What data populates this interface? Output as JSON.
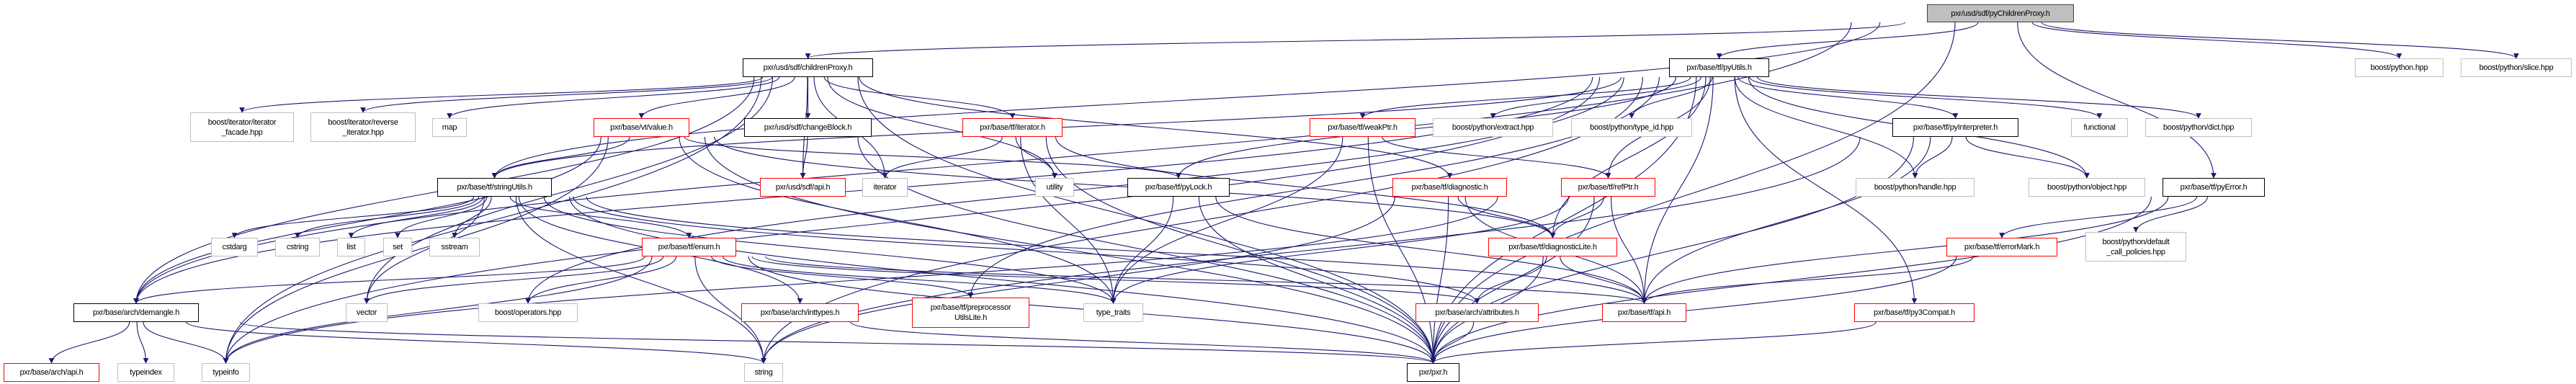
{
  "title": "pxr/usd/sdf/pyChildrenProxy.h include dependency graph",
  "colors": {
    "edge": "#191970",
    "root_fill": "#bfbfbf",
    "documented": "#000000",
    "truncated": "#ff0000",
    "external": "#bfbfbf"
  },
  "nodes": [
    {
      "id": "root",
      "label": "pxr/usd/sdf/pyChildrenProxy.h",
      "style": "root"
    },
    {
      "id": "childrenProxy",
      "label": "pxr/usd/sdf/childrenProxy.h",
      "style": "doc"
    },
    {
      "id": "pyUtils",
      "label": "pxr/base/tf/pyUtils.h",
      "style": "doc"
    },
    {
      "id": "bpython",
      "label": "boost/python.hpp",
      "style": "ext"
    },
    {
      "id": "bslice",
      "label": "boost/python/slice.hpp",
      "style": "ext"
    },
    {
      "id": "iterFacade",
      "label": "boost/iterator/iterator\n_facade.hpp",
      "style": "ext"
    },
    {
      "id": "revIter",
      "label": "boost/iterator/reverse\n_iterator.hpp",
      "style": "ext"
    },
    {
      "id": "map",
      "label": "map",
      "style": "ext"
    },
    {
      "id": "vtValue",
      "label": "pxr/base/vt/value.h",
      "style": "red"
    },
    {
      "id": "changeBlock",
      "label": "pxr/usd/sdf/changeBlock.h",
      "style": "doc"
    },
    {
      "id": "tfIterator",
      "label": "pxr/base/tf/iterator.h",
      "style": "red"
    },
    {
      "id": "weakPtr",
      "label": "pxr/base/tf/weakPtr.h",
      "style": "red"
    },
    {
      "id": "extract",
      "label": "boost/python/extract.hpp",
      "style": "ext"
    },
    {
      "id": "typeId",
      "label": "boost/python/type_id.hpp",
      "style": "ext"
    },
    {
      "id": "pyInterp",
      "label": "pxr/base/tf/pyInterpreter.h",
      "style": "doc"
    },
    {
      "id": "functional",
      "label": "functional",
      "style": "ext"
    },
    {
      "id": "dict",
      "label": "boost/python/dict.hpp",
      "style": "ext"
    },
    {
      "id": "stringUtils",
      "label": "pxr/base/tf/stringUtils.h",
      "style": "doc"
    },
    {
      "id": "sdfApi",
      "label": "pxr/usd/sdf/api.h",
      "style": "red"
    },
    {
      "id": "iterator",
      "label": "iterator",
      "style": "ext"
    },
    {
      "id": "utility",
      "label": "utility",
      "style": "ext"
    },
    {
      "id": "pyLock",
      "label": "pxr/base/tf/pyLock.h",
      "style": "doc"
    },
    {
      "id": "diagnostic",
      "label": "pxr/base/tf/diagnostic.h",
      "style": "red"
    },
    {
      "id": "refPtr",
      "label": "pxr/base/tf/refPtr.h",
      "style": "red"
    },
    {
      "id": "handle",
      "label": "boost/python/handle.hpp",
      "style": "ext"
    },
    {
      "id": "object",
      "label": "boost/python/object.hpp",
      "style": "ext"
    },
    {
      "id": "pyError",
      "label": "pxr/base/tf/pyError.h",
      "style": "doc"
    },
    {
      "id": "cstdarg",
      "label": "cstdarg",
      "style": "ext"
    },
    {
      "id": "cstring",
      "label": "cstring",
      "style": "ext"
    },
    {
      "id": "list",
      "label": "list",
      "style": "ext"
    },
    {
      "id": "set",
      "label": "set",
      "style": "ext"
    },
    {
      "id": "sstream",
      "label": "sstream",
      "style": "ext"
    },
    {
      "id": "enum",
      "label": "pxr/base/tf/enum.h",
      "style": "red"
    },
    {
      "id": "diagLite",
      "label": "pxr/base/tf/diagnosticLite.h",
      "style": "red"
    },
    {
      "id": "errorMark",
      "label": "pxr/base/tf/errorMark.h",
      "style": "red"
    },
    {
      "id": "defPolicies",
      "label": "boost/python/default\n_call_policies.hpp",
      "style": "ext"
    },
    {
      "id": "demangle",
      "label": "pxr/base/arch/demangle.h",
      "style": "doc"
    },
    {
      "id": "vector",
      "label": "vector",
      "style": "ext"
    },
    {
      "id": "operators",
      "label": "boost/operators.hpp",
      "style": "ext"
    },
    {
      "id": "inttypes",
      "label": "pxr/base/arch/inttypes.h",
      "style": "red"
    },
    {
      "id": "ppUtils",
      "label": "pxr/base/tf/preprocessor\nUtilsLite.h",
      "style": "red"
    },
    {
      "id": "typeTraits",
      "label": "type_traits",
      "style": "ext"
    },
    {
      "id": "attributes",
      "label": "pxr/base/arch/attributes.h",
      "style": "red"
    },
    {
      "id": "tfApi",
      "label": "pxr/base/tf/api.h",
      "style": "red"
    },
    {
      "id": "py3Compat",
      "label": "pxr/base/tf/py3Compat.h",
      "style": "red"
    },
    {
      "id": "archApi",
      "label": "pxr/base/arch/api.h",
      "style": "red"
    },
    {
      "id": "typeindex",
      "label": "typeindex",
      "style": "ext"
    },
    {
      "id": "typeinfo",
      "label": "typeinfo",
      "style": "ext"
    },
    {
      "id": "string",
      "label": "string",
      "style": "ext"
    },
    {
      "id": "pxr",
      "label": "pxr/pxr.h",
      "style": "doc"
    }
  ],
  "edges": [
    [
      "root",
      "childrenProxy"
    ],
    [
      "root",
      "pyUtils"
    ],
    [
      "root",
      "pyError"
    ],
    [
      "root",
      "bpython"
    ],
    [
      "root",
      "bslice"
    ],
    [
      "root",
      "demangle"
    ],
    [
      "root",
      "stringUtils"
    ],
    [
      "root",
      "pxr"
    ],
    [
      "childrenProxy",
      "iterFacade"
    ],
    [
      "childrenProxy",
      "revIter"
    ],
    [
      "childrenProxy",
      "map"
    ],
    [
      "childrenProxy",
      "vtValue"
    ],
    [
      "childrenProxy",
      "changeBlock"
    ],
    [
      "childrenProxy",
      "sdfApi"
    ],
    [
      "childrenProxy",
      "iterator"
    ],
    [
      "childrenProxy",
      "tfIterator"
    ],
    [
      "childrenProxy",
      "utility"
    ],
    [
      "childrenProxy",
      "diagnostic"
    ],
    [
      "childrenProxy",
      "pxr"
    ],
    [
      "childrenProxy",
      "vector"
    ],
    [
      "childrenProxy",
      "typeinfo"
    ],
    [
      "childrenProxy",
      "demangle"
    ],
    [
      "vtValue",
      "stringUtils"
    ],
    [
      "vtValue",
      "demangle"
    ],
    [
      "vtValue",
      "typeinfo"
    ],
    [
      "vtValue",
      "typeTraits"
    ],
    [
      "vtValue",
      "pyLock"
    ],
    [
      "vtValue",
      "diagLite"
    ],
    [
      "vtValue",
      "pxr"
    ],
    [
      "changeBlock",
      "sdfApi"
    ],
    [
      "changeBlock",
      "pxr"
    ],
    [
      "tfIterator",
      "iterator"
    ],
    [
      "tfIterator",
      "utility"
    ],
    [
      "tfIterator",
      "typeTraits"
    ],
    [
      "tfIterator",
      "diagLite"
    ],
    [
      "tfIterator",
      "pxr"
    ],
    [
      "stringUtils",
      "cstdarg"
    ],
    [
      "stringUtils",
      "cstring"
    ],
    [
      "stringUtils",
      "list"
    ],
    [
      "stringUtils",
      "set"
    ],
    [
      "stringUtils",
      "sstream"
    ],
    [
      "stringUtils",
      "vector"
    ],
    [
      "stringUtils",
      "string"
    ],
    [
      "stringUtils",
      "enum"
    ],
    [
      "stringUtils",
      "inttypes"
    ],
    [
      "stringUtils",
      "tfApi"
    ],
    [
      "stringUtils",
      "pxr"
    ],
    [
      "stringUtils",
      "attributes"
    ],
    [
      "stringUtils",
      "typeTraits"
    ],
    [
      "enum",
      "demangle"
    ],
    [
      "enum",
      "vector"
    ],
    [
      "enum",
      "operators"
    ],
    [
      "enum",
      "typeinfo"
    ],
    [
      "enum",
      "string"
    ],
    [
      "enum",
      "typeTraits"
    ],
    [
      "enum",
      "ppUtils"
    ],
    [
      "enum",
      "tfApi"
    ],
    [
      "enum",
      "pxr"
    ],
    [
      "enum",
      "attributes"
    ],
    [
      "demangle",
      "archApi"
    ],
    [
      "demangle",
      "typeindex"
    ],
    [
      "demangle",
      "typeinfo"
    ],
    [
      "demangle",
      "string"
    ],
    [
      "demangle",
      "pxr"
    ],
    [
      "pyUtils",
      "weakPtr"
    ],
    [
      "pyUtils",
      "extract"
    ],
    [
      "pyUtils",
      "typeId"
    ],
    [
      "pyUtils",
      "pyInterp"
    ],
    [
      "pyUtils",
      "functional"
    ],
    [
      "pyUtils",
      "dict"
    ],
    [
      "pyUtils",
      "object"
    ],
    [
      "pyUtils",
      "diagLite"
    ],
    [
      "pyUtils",
      "tfApi"
    ],
    [
      "pyUtils",
      "py3Compat"
    ],
    [
      "pyUtils",
      "pxr"
    ],
    [
      "pyUtils",
      "refPtr"
    ],
    [
      "pyUtils",
      "pyLock"
    ],
    [
      "pyUtils",
      "demangle"
    ],
    [
      "pyUtils",
      "stringUtils"
    ],
    [
      "pyUtils",
      "string"
    ],
    [
      "pyUtils",
      "ppUtils"
    ],
    [
      "pyUtils",
      "typeinfo"
    ],
    [
      "pyUtils",
      "handle"
    ],
    [
      "pyUtils",
      "operators"
    ],
    [
      "weakPtr",
      "refPtr"
    ],
    [
      "weakPtr",
      "typeTraits"
    ],
    [
      "weakPtr",
      "pxr"
    ],
    [
      "refPtr",
      "diagLite"
    ],
    [
      "refPtr",
      "tfApi"
    ],
    [
      "refPtr",
      "pxr"
    ],
    [
      "refPtr",
      "typeTraits"
    ],
    [
      "refPtr",
      "typeinfo"
    ],
    [
      "diagnostic",
      "diagLite"
    ],
    [
      "diagnostic",
      "tfApi"
    ],
    [
      "diagnostic",
      "pxr"
    ],
    [
      "diagnostic",
      "string"
    ],
    [
      "diagLite",
      "attributes"
    ],
    [
      "diagLite",
      "tfApi"
    ],
    [
      "diagLite",
      "pxr"
    ],
    [
      "attributes",
      "pxr"
    ],
    [
      "inttypes",
      "pxr"
    ],
    [
      "pyLock",
      "typeTraits"
    ],
    [
      "pyLock",
      "tfApi"
    ],
    [
      "pyLock",
      "pxr"
    ],
    [
      "pyInterp",
      "handle"
    ],
    [
      "pyInterp",
      "object"
    ],
    [
      "pyInterp",
      "pxr"
    ],
    [
      "pyInterp",
      "tfApi"
    ],
    [
      "pyInterp",
      "string"
    ],
    [
      "pyError",
      "errorMark"
    ],
    [
      "pyError",
      "defPolicies"
    ],
    [
      "pyError",
      "tfApi"
    ],
    [
      "pyError",
      "pxr"
    ],
    [
      "errorMark",
      "tfApi"
    ],
    [
      "errorMark",
      "pxr"
    ],
    [
      "py3Compat",
      "pxr"
    ]
  ]
}
